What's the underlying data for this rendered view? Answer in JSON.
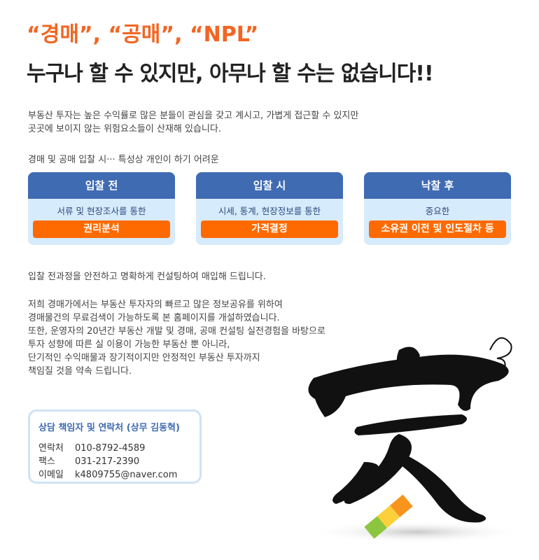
{
  "headline": {
    "line1": "“경매”, “공매”, “NPL”",
    "line2": "누구나 할 수 있지만, 아무나 할 수는 없습니다!!"
  },
  "intro": [
    "부동산 투자는 높은 수익률로 많은 분들이 관심을 갖고 계시고, 가볍게 접근할 수 있지만",
    "곳곳에 보이지 않는 위험요소들이 산재해 있습니다."
  ],
  "difficulty": "경매 및 공매 입찰 시··· 특성상 개인이 하기 어려운",
  "cards": [
    {
      "title": "입찰 전",
      "sub": "서류 및 현장조사를 통한",
      "pill": "권리분석"
    },
    {
      "title": "입찰 시",
      "sub": "시세, 통계, 현장정보를 통한",
      "pill": "가격결정"
    },
    {
      "title": "낙찰 후",
      "sub": "중요한",
      "pill": "소유권 이전 및 인도절차 등"
    }
  ],
  "consult": "입찰 전과정을 안전하고 명확하게 컨설팅하여 매입해 드립니다.",
  "about": [
    "저희 경매가에서는 부동산 투자자의 빠르고 많은 정보공유를 위하여",
    "경매물건의 무료검색이 가능하도록 본 홈페이지를 개설하였습니다.",
    "또한, 운영자의 20년간 부동산 개발 및 경매, 공매 컨설팅 실전경험을 바탕으로",
    "투자 성향에 따른 실 이용이 가능한 부동산 뿐 아니라,",
    "단기적인 수익매물과 장기적이지만 안정적인 부동산 투자까지",
    "책임질 것을 약속 드립니다."
  ],
  "contact": {
    "title": "상담 책임자 및 연락처 (상무 김동혁)",
    "phone_label": "연락처",
    "phone": "010-8792-4589",
    "fax_label": "팩스",
    "fax": "031-217-2390",
    "email_label": "이메일",
    "email": "k4809755@naver.com"
  },
  "colors": {
    "accent": "#f26522",
    "card_head": "#3f6bb3",
    "card_bg": "#d6ebfb",
    "pill": "#ff6a00"
  }
}
